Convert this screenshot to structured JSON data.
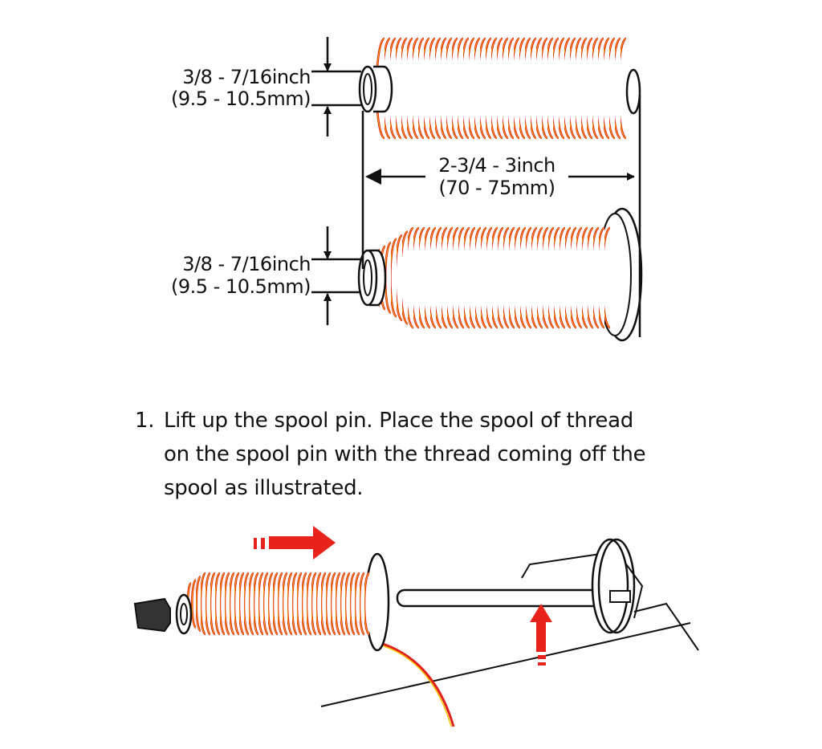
{
  "dimensions": {
    "top_core": {
      "inch": "3/8 - 7/16inch",
      "mm": "(9.5 - 10.5mm)"
    },
    "bottom_core": {
      "inch": "3/8 - 7/16inch",
      "mm": "(9.5 - 10.5mm)"
    },
    "length": {
      "inch": "2-3/4 - 3inch",
      "mm": "(70 - 75mm)"
    }
  },
  "instruction": {
    "number": "1.",
    "lines": [
      "Lift up the spool pin. Place the spool of thread",
      "on the spool pin with the thread coming off the",
      "spool as illustrated."
    ]
  },
  "colors": {
    "thread": "#e0201a",
    "thread_highlight": "#f5c400",
    "arrow": "#e8231b",
    "line": "#111111"
  }
}
